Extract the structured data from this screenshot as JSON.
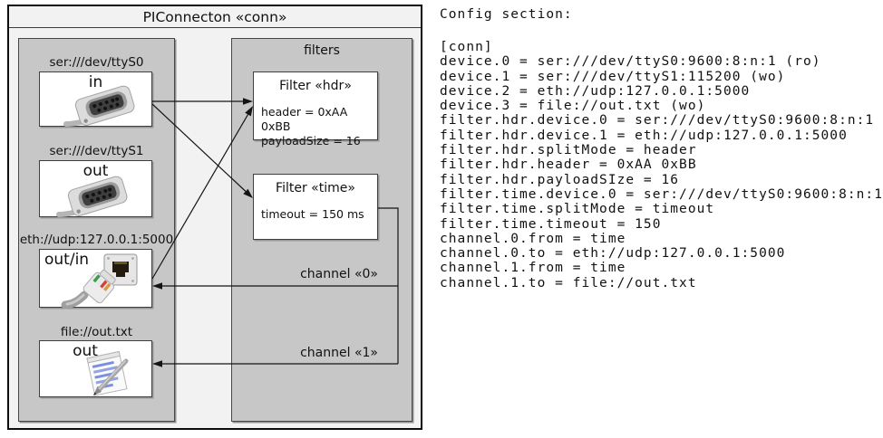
{
  "colors": {
    "panel_fill": "#f2f2f2",
    "group_fill": "#c7c7c7",
    "box_fill": "#ffffff",
    "line_color": "#141414",
    "notepad_line_blue": "#7b8fe0"
  },
  "diagram": {
    "title": "PIConnecton «conn»",
    "devices": [
      {
        "label": "ser:///dev/ttyS0",
        "port": "in",
        "icon": "serial-connector-icon"
      },
      {
        "label": "ser:///dev/ttyS1",
        "port": "out",
        "icon": "serial-connector-icon"
      },
      {
        "label": "eth://udp:127.0.0.1:5000",
        "port": "out/in",
        "icon": "ethernet-jack-icon ethernet-plug-icon"
      },
      {
        "label": "file://out.txt",
        "port": "out",
        "icon": "notepad-icon"
      }
    ],
    "filters_group": {
      "title": "filters",
      "filters": [
        {
          "title": "Filter «hdr»",
          "attributes": [
            "header = 0xAA 0xBB",
            "payloadSize = 16"
          ]
        },
        {
          "title": "Filter «time»",
          "attributes": [
            "timeout = 150 ms"
          ]
        }
      ],
      "channels": [
        {
          "label": "channel «0»"
        },
        {
          "label": "channel «1»"
        }
      ]
    }
  },
  "config": {
    "heading": "Config section:",
    "lines": [
      "[conn]",
      "device.0 = ser:///dev/ttyS0:9600:8:n:1 (ro)",
      "device.1 = ser:///dev/ttyS1:115200 (wo)",
      "device.2 = eth://udp:127.0.0.1:5000",
      "device.3 = file://out.txt (wo)",
      "filter.hdr.device.0 = ser:///dev/ttyS0:9600:8:n:1",
      "filter.hdr.device.1 = eth://udp:127.0.0.1:5000",
      "filter.hdr.splitMode = header",
      "filter.hdr.header = 0xAA 0xBB",
      "filter.hdr.payloadSIze = 16",
      "filter.time.device.0 = ser:///dev/ttyS0:9600:8:n:1",
      "filter.time.splitMode = timeout",
      "filter.time.timeout = 150",
      "channel.0.from = time",
      "channel.0.to = eth://udp:127.0.0.1:5000",
      "channel.1.from = time",
      "channel.1.to = file://out.txt"
    ]
  }
}
